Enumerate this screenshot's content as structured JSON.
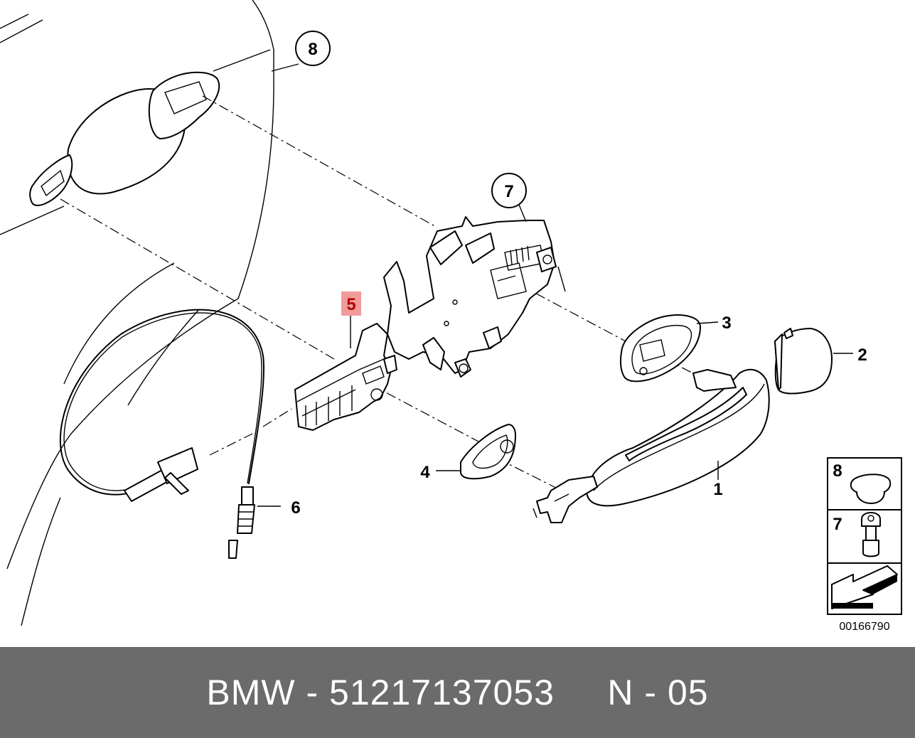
{
  "diagram": {
    "callouts": {
      "c1": "1",
      "c2": "2",
      "c3": "3",
      "c4": "4",
      "c5": "5",
      "c6": "6",
      "c7": "7",
      "c8": "8"
    },
    "legend": {
      "item_top": "8",
      "item_mid": "7"
    },
    "doc_id": "00166790"
  },
  "footer": {
    "brand": "BMW",
    "separator": " - ",
    "part_number": "51217137053",
    "gap": "     ",
    "position": "N - 05"
  },
  "colors": {
    "footer_bg": "#6b6b6b",
    "highlight": "#f08a8a",
    "highlight_text": "#b00000"
  }
}
